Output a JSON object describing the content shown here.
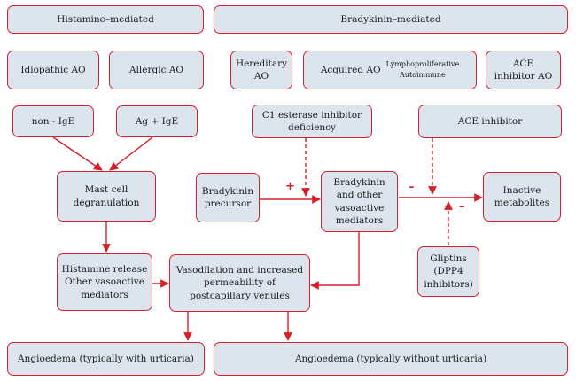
{
  "headers": {
    "histamine": "Histamine–mediated",
    "bradykinin": "Bradykinin–mediated"
  },
  "types": {
    "idiopathic": "Idiopathic AO",
    "allergic": "Allergic AO",
    "hereditary_l1": "Hereditary",
    "hereditary_l2": "AO",
    "acquired": "Acquired AO",
    "acquired_sub1": "Lymphoproliferative",
    "acquired_sub2": "Autoimmune",
    "ace_ao_l1": "ACE",
    "ace_ao_l2": "inhibitor AO"
  },
  "triggers": {
    "non_ige": "non - IgE",
    "ag_ige": "Ag + IgE",
    "c1_l1": "C1 esterase inhibitor",
    "c1_l2": "deficiency",
    "ace_inhibitor": "ACE inhibitor"
  },
  "process": {
    "mast_l1": "Mast cell",
    "mast_l2": "degranulation",
    "bk_precursor_l1": "Bradykinin",
    "bk_precursor_l2": "precursor",
    "bk_other_l1": "Bradykinin",
    "bk_other_l2": "and other",
    "bk_other_l3": "vasoactive",
    "bk_other_l4": "mediators",
    "inactive_l1": "Inactive",
    "inactive_l2": "metabolites",
    "histamine_l1": "Histamine release",
    "histamine_l2": "Other vasoactive",
    "histamine_l3": "mediators",
    "vaso_l1": "Vasodilation and increased",
    "vaso_l2": "permeability of",
    "vaso_l3": "postcapillary venules",
    "gliptins_l1": "Gliptins",
    "gliptins_l2": "(DPP4",
    "gliptins_l3": "inhibitors)"
  },
  "outcomes": {
    "with_urticaria": "Angioedema (typically with urticaria)",
    "without_urticaria": "Angioedema (typically without urticaria)"
  },
  "signs": {
    "plus": "+",
    "minus_1": "–",
    "minus_2": "–"
  },
  "colors": {
    "accent": "#d8202b",
    "box_fill": "#dce5ee"
  }
}
